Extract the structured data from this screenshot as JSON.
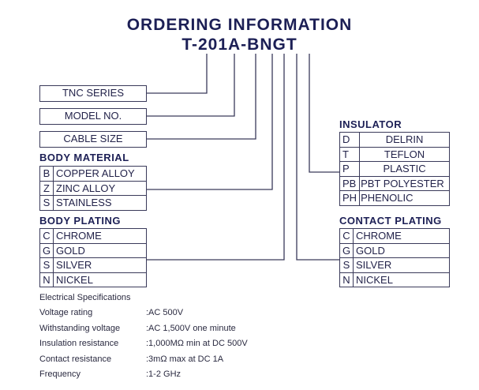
{
  "title": "ORDERING INFORMATION",
  "part_number": "T-201A-BNGT",
  "series_boxes": [
    "TNC SERIES",
    "MODEL NO.",
    "CABLE SIZE"
  ],
  "body_material": {
    "heading": "BODY MATERIAL",
    "rows": [
      [
        "B",
        "COPPER ALLOY"
      ],
      [
        "Z",
        "ZINC ALLOY"
      ],
      [
        "S",
        "STAINLESS"
      ]
    ]
  },
  "body_plating": {
    "heading": "BODY PLATING",
    "rows": [
      [
        "C",
        "CHROME"
      ],
      [
        "G",
        "GOLD"
      ],
      [
        "S",
        "SILVER"
      ],
      [
        "N",
        "NICKEL"
      ]
    ]
  },
  "insulator": {
    "heading": "INSULATOR",
    "rows": [
      [
        "D",
        "DELRIN"
      ],
      [
        "T",
        "TEFLON"
      ],
      [
        "P",
        "PLASTIC"
      ],
      [
        "PB",
        "PBT POLYESTER"
      ],
      [
        "PH",
        "PHENOLIC"
      ]
    ]
  },
  "contact_plating": {
    "heading": "CONTACT PLATING",
    "rows": [
      [
        "C",
        "CHROME"
      ],
      [
        "G",
        "GOLD"
      ],
      [
        "S",
        "SILVER"
      ],
      [
        "N",
        "NICKEL"
      ]
    ]
  },
  "electrical": {
    "heading": "Electrical Specifications",
    "rows": [
      [
        "Voltage rating",
        ":AC 500V"
      ],
      [
        "Withstanding voltage",
        ":AC 1,500V one minute"
      ],
      [
        "Insulation resistance",
        ":1,000MΩ min at DC 500V"
      ],
      [
        "Contact resistance",
        ":3mΩ max at DC 1A"
      ],
      [
        "Frequency",
        ":1-2 GHz"
      ]
    ]
  }
}
